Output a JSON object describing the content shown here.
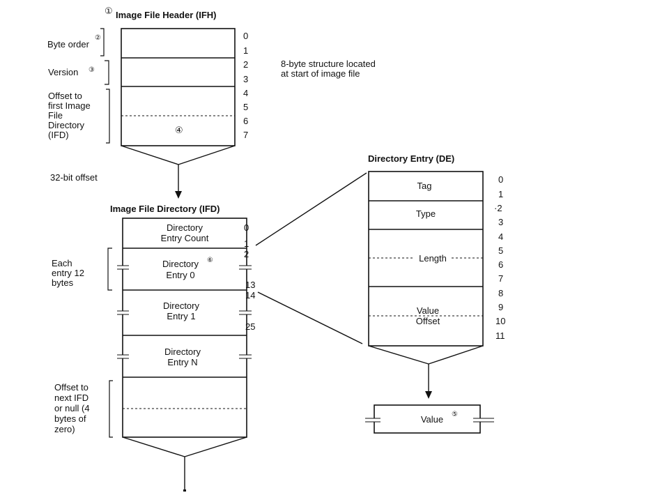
{
  "ifh": {
    "marker": "①",
    "title": "Image File Header (IFH)",
    "byte_order": {
      "label": "Byte order",
      "marker": "②"
    },
    "version": {
      "label": "Version",
      "marker": "③"
    },
    "offset_lines": [
      "Offset to",
      "first Image",
      "File",
      "Directory",
      "(IFD)"
    ],
    "offset_marker": "④",
    "numbers": [
      "0",
      "1",
      "2",
      "3",
      "4",
      "5",
      "6",
      "7"
    ],
    "note_lines": [
      "8-byte structure located",
      "at start of image file"
    ],
    "arrow_label": "32-bit offset"
  },
  "ifd": {
    "title": "Image File Directory (IFD)",
    "count_lines": [
      "Directory",
      "Entry Count"
    ],
    "entry0_lines": [
      "Directory",
      "Entry 0"
    ],
    "entry0_marker": "⑥",
    "entry1_lines": [
      "Directory",
      "Entry 1"
    ],
    "entryN_lines": [
      "Directory",
      "Entry N"
    ],
    "each_lines": [
      "Each",
      "entry 12",
      "bytes"
    ],
    "next_lines": [
      "Offset to",
      "next IFD",
      "or null (4",
      "bytes of",
      "zero)"
    ],
    "numbers": [
      "0",
      "1",
      "2",
      "13",
      "14",
      "25"
    ]
  },
  "de": {
    "title": "Directory Entry (DE)",
    "tag": "Tag",
    "type": "Type",
    "length": "Length",
    "value_lines": [
      "Value",
      "Offset"
    ],
    "numbers": [
      "0",
      "1",
      "·2",
      "3",
      "4",
      "5",
      "6",
      "7",
      "8",
      "9",
      "10",
      "11"
    ]
  },
  "value_box": {
    "label": "Value",
    "marker": "⑤"
  }
}
